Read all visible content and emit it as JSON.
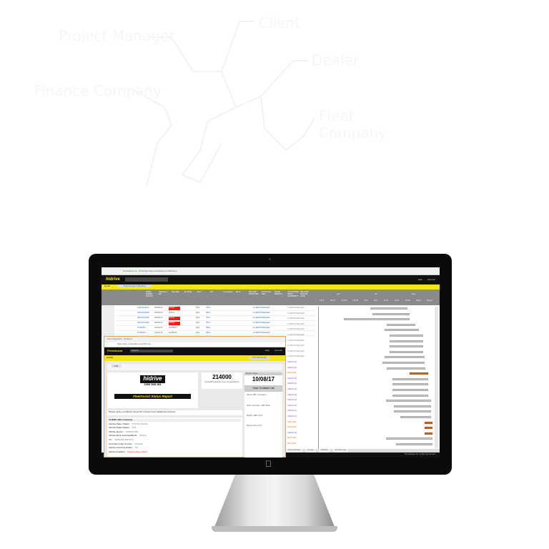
{
  "background_labels": [
    "Project Manager",
    "Client",
    "Dealer",
    "Finance Company",
    "Fleet Company"
  ],
  "back_window": {
    "tab_title": "Smartsheet Inc. [US]",
    "url": "https://app.smartsheet.com/b/home",
    "logo": "hidrive",
    "search_value": "",
    "help": "Help",
    "account": "Account",
    "home_tab": "Home",
    "sheet_tab": "Procurement Schedule",
    "columns": [
      "WORK ORDER STATUS",
      "Salesforce Ref",
      "Start Date",
      "End Date",
      "Fleet",
      "Dur",
      "% Complete",
      "SE ID",
      "PRE DEP FROM OBN",
      "Vehicle Due Date",
      "SALES PERSON",
      "OUTSTANDING ITEMS /COMMENTS",
      "DELIVERY DEALER DATE"
    ],
    "rows": [
      {
        "ref": "HIDJXU6UC",
        "start": "22/05/17",
        "end": "HOLD",
        "dur": "13d",
        "pct": "75%",
        "sales": "CLIENT/DEALER",
        "hl": true
      },
      {
        "ref": "HIDJXU6UB",
        "start": "22/05/17",
        "end": "HOLD",
        "dur": "13d",
        "pct": "99%",
        "sales": "CLIENT/DEALER",
        "hl": false
      },
      {
        "ref": "SDXAXUDB",
        "start": "22/06/17",
        "end": "HOLD",
        "dur": "13d",
        "pct": "75%",
        "sales": "CLIENT/DEALER",
        "hl": true
      },
      {
        "ref": "SDXAXUDB",
        "start": "22/06/17",
        "end": "HOLD",
        "dur": "13d",
        "pct": "75%",
        "sales": "CLIENT/DEALER",
        "hl": true
      },
      {
        "ref": "SYDNEY",
        "start": "12/07/17",
        "end": "14/08/17",
        "dur": "13d",
        "pct": "99%",
        "sales": "CLIENT/DEALER",
        "hl": false
      },
      {
        "ref": "SYDNEY",
        "start": "14/07/17",
        "end": "16/08/17",
        "dur": "13d",
        "pct": "99%",
        "sales": "CLIENT/DEALER",
        "hl": false
      }
    ],
    "months": [
      "Jun",
      "Jul",
      "Aug"
    ],
    "weeks": [
      "Jun 4",
      "Jun 11",
      "Jun 18",
      "Jun 25",
      "Jul 2",
      "Jul 9",
      "Jul 16",
      "Jul 23",
      "Jul 30",
      "Aug 6",
      "Aug 13"
    ],
    "gantt_left_labels": [
      "CLIENT/DEALER",
      "CLIENT/DEALER",
      "CLIENT/DEALER",
      "CLIENT/DEALER",
      "CLIENT/DEALER",
      "CLIENT/DEALER",
      "CLIENT/DEALER",
      "CLIENT/DEALER",
      "CLIENT/DEALER",
      "CLIENT/DEALER",
      "VEHICLE",
      "VEHICLE",
      "DEALER",
      "VEHICLE",
      "VEHICLE",
      "VEHICLE",
      "VEHICLE",
      "VEHICLE",
      "VEHICLE",
      "VEHICLE",
      "VEHICLE",
      "DEALER",
      "DEALER",
      "VEHICLE",
      "DEALER",
      "DEALER"
    ],
    "gantt_bars": [
      [
        0.45,
        0.78,
        0
      ],
      [
        0.47,
        0.8,
        0
      ],
      [
        0.22,
        0.8,
        0
      ],
      [
        0.6,
        0.85,
        0
      ],
      [
        0.58,
        0.88,
        0
      ],
      [
        0.62,
        0.92,
        0
      ],
      [
        0.62,
        0.92,
        0
      ],
      [
        0.62,
        0.92,
        0
      ],
      [
        0.62,
        0.92,
        0
      ],
      [
        0.58,
        0.93,
        0
      ],
      [
        0.56,
        0.93,
        0
      ],
      [
        0.6,
        0.94,
        0
      ],
      [
        0.8,
        0.96,
        1
      ],
      [
        0.65,
        0.96,
        0
      ],
      [
        0.65,
        0.96,
        0
      ],
      [
        0.65,
        0.96,
        0
      ],
      [
        0.65,
        0.96,
        0
      ],
      [
        0.59,
        0.99,
        0
      ],
      [
        0.66,
        0.99,
        0
      ],
      [
        0.66,
        0.99,
        0
      ],
      [
        0.72,
        0.99,
        0
      ],
      [
        0.93,
        1.0,
        1
      ],
      [
        0.93,
        1.0,
        1
      ],
      [
        0.93,
        1.0,
        1
      ],
      [
        0.59,
        1.0,
        0
      ],
      [
        0.68,
        1.0,
        0
      ]
    ],
    "bottom_tabs": [
      "Procurement",
      "Forms",
      "Publish",
      "Activity Log"
    ],
    "status": "Smartsheet Inc. (US) Connected"
  },
  "front_window": {
    "tab_title": "CCA Inspection - Smartsh",
    "url": "https://app.smartsheet.com/b/home",
    "logo": "FleetAssist",
    "search_placeholder": "Search",
    "help": "Help",
    "account": "Account",
    "home_tab": "HOME",
    "sheet_tab": "CCA Exchange",
    "edit": "Edit",
    "brand": "hidrive",
    "phone": "1300 368 181",
    "banner": "FleetAssist Status Report",
    "quote_number": "214000",
    "quote_note": "Quote/Ref reference in our correspondence",
    "report_date_label": "Report Date",
    "report_date": "10/08/17",
    "contact_list": "Your Contact List",
    "notice": "Please notify your Brown Group P/L contact if any details are incorrect.",
    "client": "CLIENT: ABC Company",
    "fields": [
      {
        "k": "Vehicle Make / Model:",
        "v": "TOYOTA HIACE"
      },
      {
        "k": "Vehicle Model Variant:",
        "v": "ST5"
      },
      {
        "k": "Vehicle Sleeve:",
        "v": "STABLE 13B"
      },
      {
        "k": "Vehicle Stock Number/REGO:",
        "v": "MP122"
      },
      {
        "k": "Vin:",
        "v": "1W3A4P1 0927H14"
      },
      {
        "k": "Purchase Order Number:",
        "v": "PO1245"
      },
      {
        "k": "Vehicle Arrived at Dealer:",
        "v": "NO"
      },
      {
        "k": "Vehicle Available:",
        "v": "Please advise ASAP"
      }
    ],
    "contacts": [
      "Client: ABC Company",
      "Fleet Company: ABC Fleet",
      "Dealer: ABC Cars",
      "Brown Group P/L"
    ]
  },
  "colors": {
    "accent": "#f5e320",
    "alert": "#ff1a1a",
    "gantt_bar": "#c8c8c8",
    "gantt_milestone": "#d9651c"
  }
}
